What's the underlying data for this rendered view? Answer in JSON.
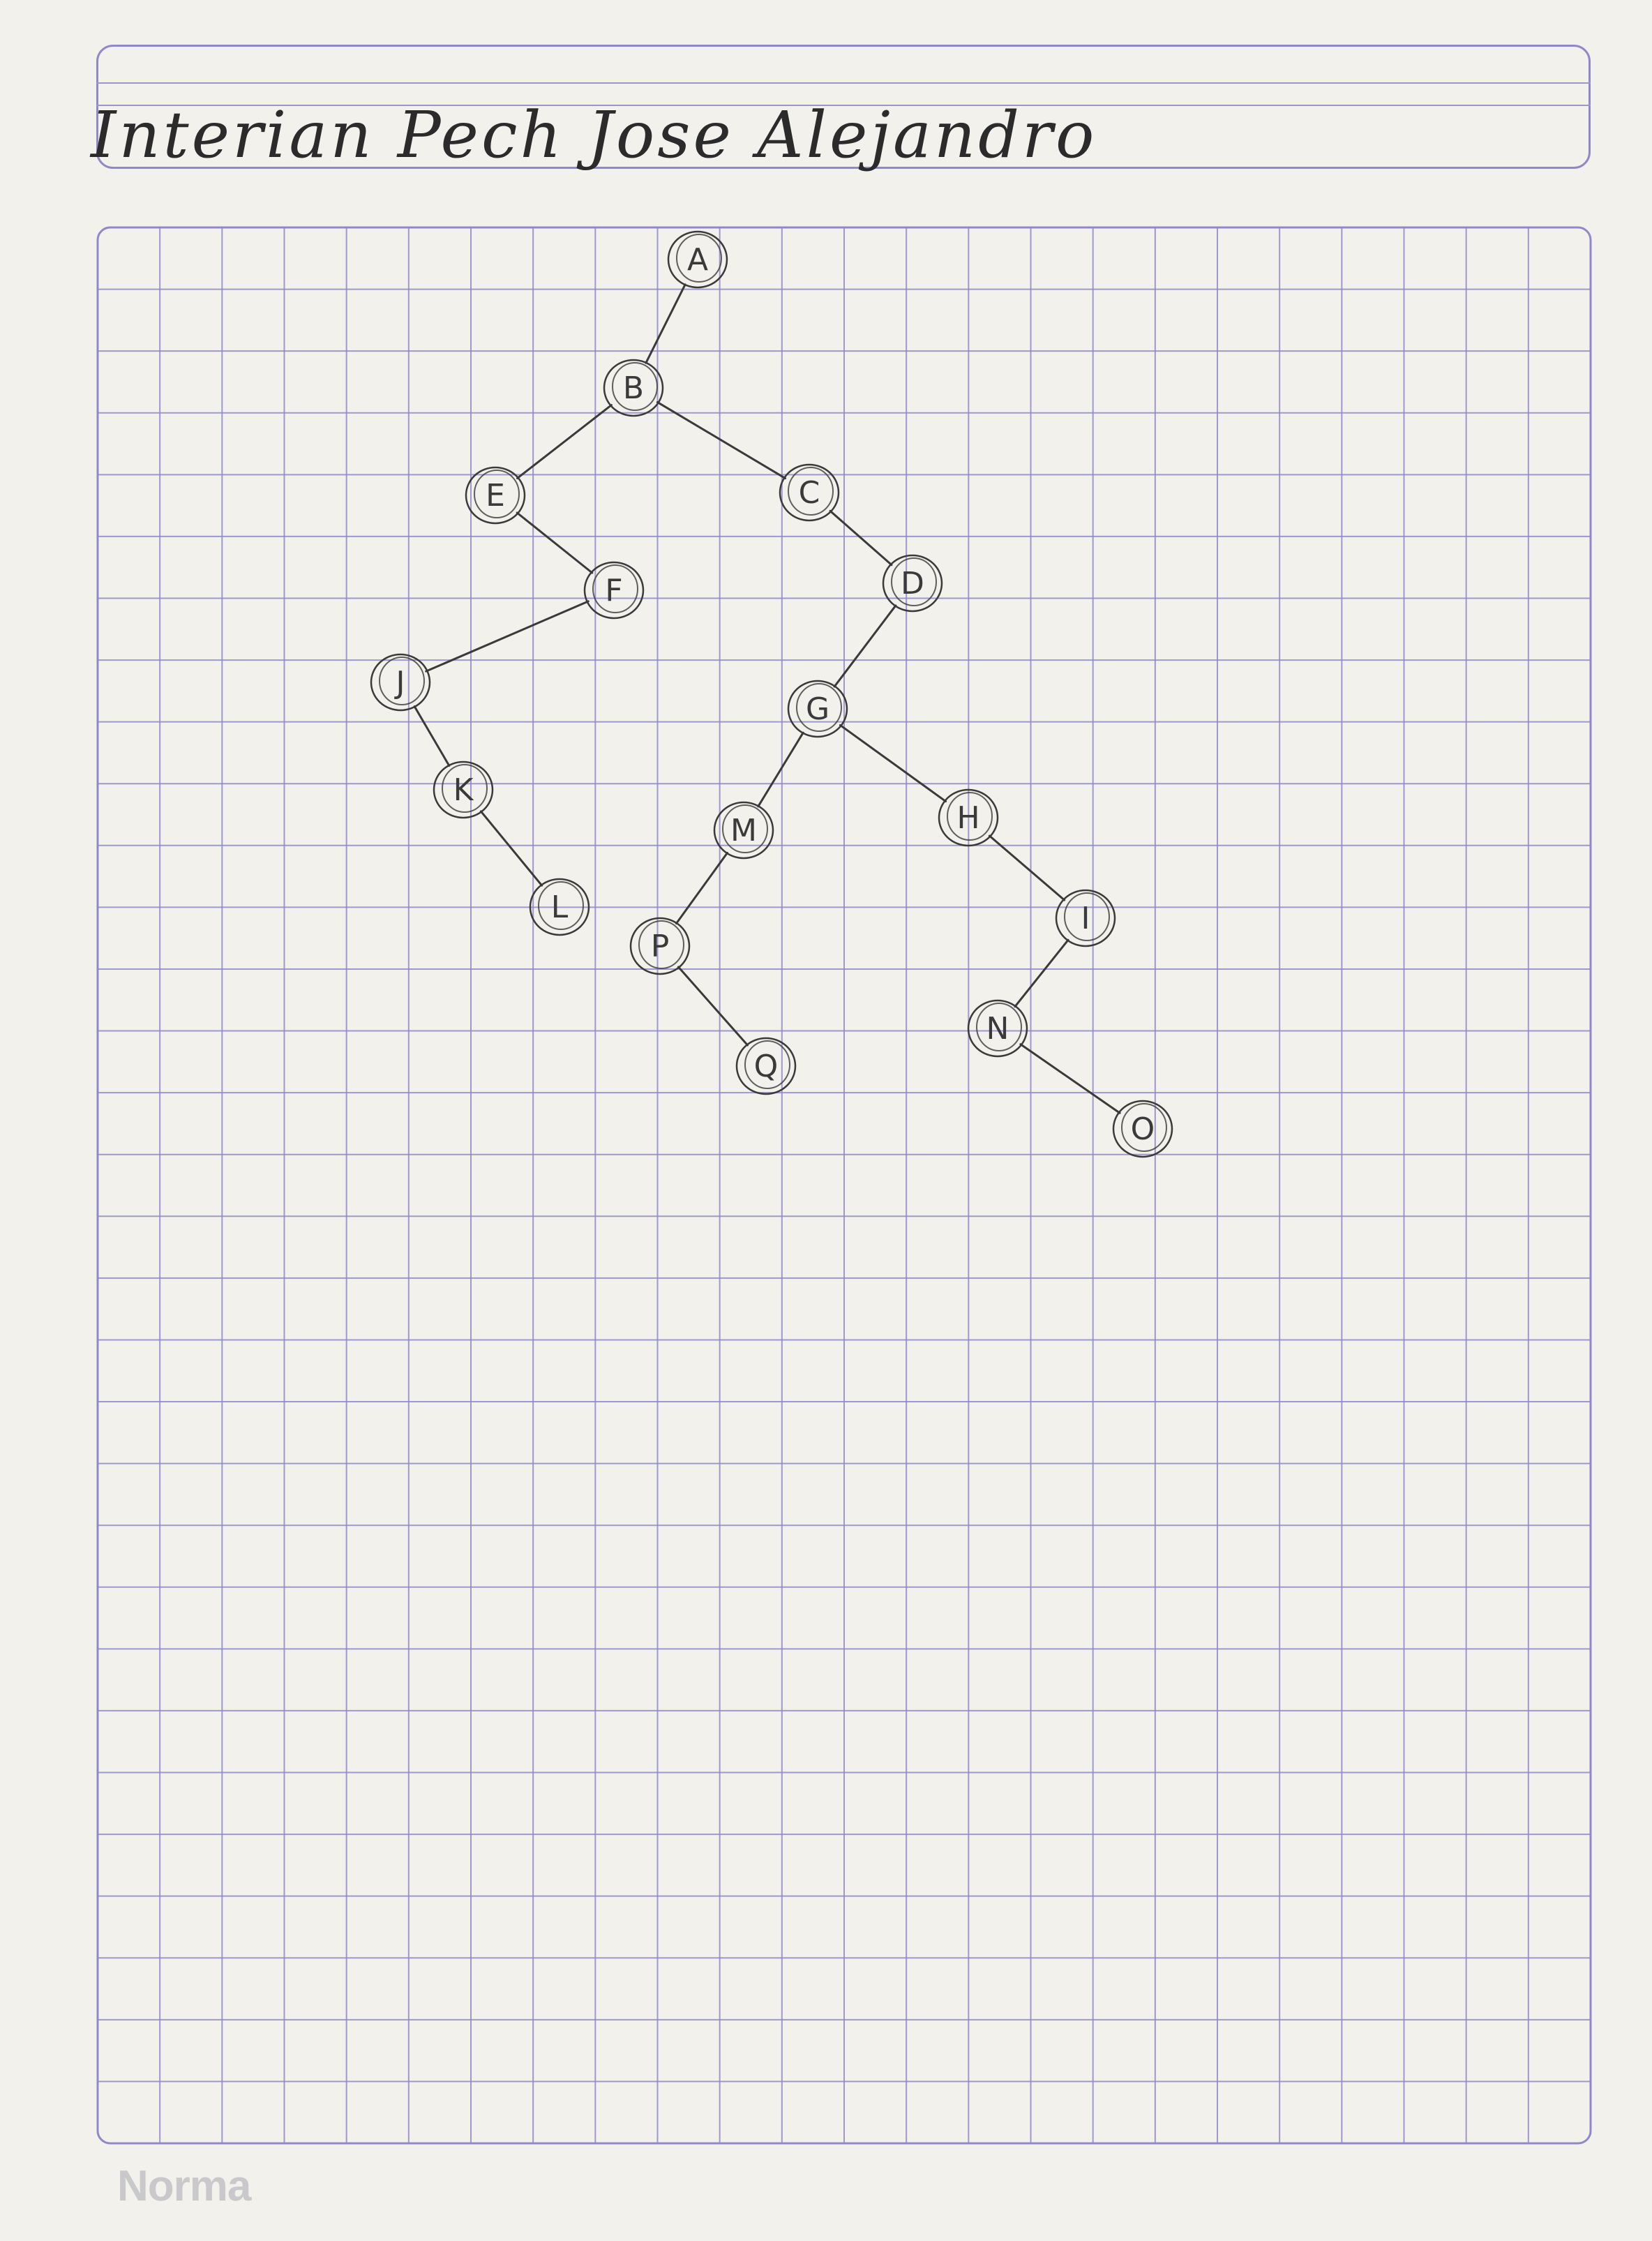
{
  "header": {
    "name": "Interian Pech Jose Alejandro"
  },
  "brand": {
    "logo_text": "Norma"
  },
  "colors": {
    "grid_line": "#8f89c9",
    "pencil": "#3a3a3a",
    "paper": "#f3f1ec"
  },
  "tree": {
    "nodes": [
      {
        "id": "A",
        "label": "A"
      },
      {
        "id": "B",
        "label": "B"
      },
      {
        "id": "E",
        "label": "E"
      },
      {
        "id": "C",
        "label": "C"
      },
      {
        "id": "F",
        "label": "F"
      },
      {
        "id": "D",
        "label": "D"
      },
      {
        "id": "J",
        "label": "J"
      },
      {
        "id": "G",
        "label": "G"
      },
      {
        "id": "K",
        "label": "K"
      },
      {
        "id": "M",
        "label": "M"
      },
      {
        "id": "H",
        "label": "H"
      },
      {
        "id": "L",
        "label": "L"
      },
      {
        "id": "P",
        "label": "P"
      },
      {
        "id": "I",
        "label": "I"
      },
      {
        "id": "N",
        "label": "N"
      },
      {
        "id": "Q",
        "label": "Q"
      },
      {
        "id": "O",
        "label": "O"
      }
    ],
    "edges": [
      [
        "A",
        "B"
      ],
      [
        "B",
        "E"
      ],
      [
        "B",
        "C"
      ],
      [
        "E",
        "F"
      ],
      [
        "C",
        "D"
      ],
      [
        "F",
        "J"
      ],
      [
        "D",
        "G"
      ],
      [
        "J",
        "K"
      ],
      [
        "K",
        "L"
      ],
      [
        "G",
        "M"
      ],
      [
        "G",
        "H"
      ],
      [
        "M",
        "P"
      ],
      [
        "P",
        "Q"
      ],
      [
        "H",
        "I"
      ],
      [
        "I",
        "N"
      ],
      [
        "N",
        "O"
      ]
    ]
  }
}
